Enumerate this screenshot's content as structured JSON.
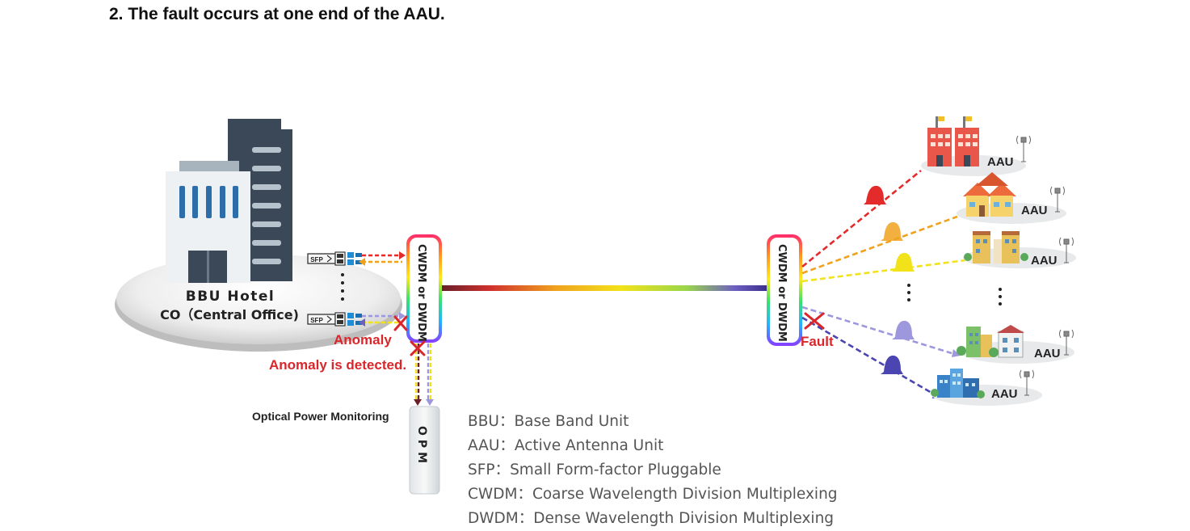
{
  "heading": "2. The fault occurs at one end of the AAU.",
  "central_office": {
    "name": "BBU Hotel",
    "subtitle": "CO（Central Office)",
    "sfp_label": "SFP"
  },
  "mux_label": "CWDM or DWDM",
  "labels": {
    "anomaly": "Anomaly",
    "anomaly_detected": "Anomaly is detected.",
    "fault": "Fault",
    "opm_title": "Optical Power Monitoring",
    "opm_box": "OPM"
  },
  "aau_label": "AAU",
  "legend": [
    {
      "term": "BBU",
      "sep": "：",
      "desc": "Base Band Unit"
    },
    {
      "term": "AAU",
      "sep": "：",
      "desc": "Active Antenna Unit"
    },
    {
      "term": "SFP",
      "sep": "：",
      "desc": "Small Form-factor Pluggable"
    },
    {
      "term": "CWDM",
      "sep": "：",
      "desc": "Coarse Wavelength Division Multiplexing"
    },
    {
      "term": "DWDM",
      "sep": "：",
      "desc": "Dense Wavelength Division Multiplexing"
    }
  ],
  "colors": {
    "red": "#e32b2b",
    "orange": "#f0a21e",
    "yellow": "#f2e21a",
    "violet": "#9d98de",
    "indigo": "#4a45b0",
    "fault_red": "#d9262b"
  },
  "icons": [
    "office-building-icon",
    "sfp-module-icon",
    "antenna-tower-icon",
    "wavelength-bell-icon",
    "fault-cross-icon"
  ]
}
